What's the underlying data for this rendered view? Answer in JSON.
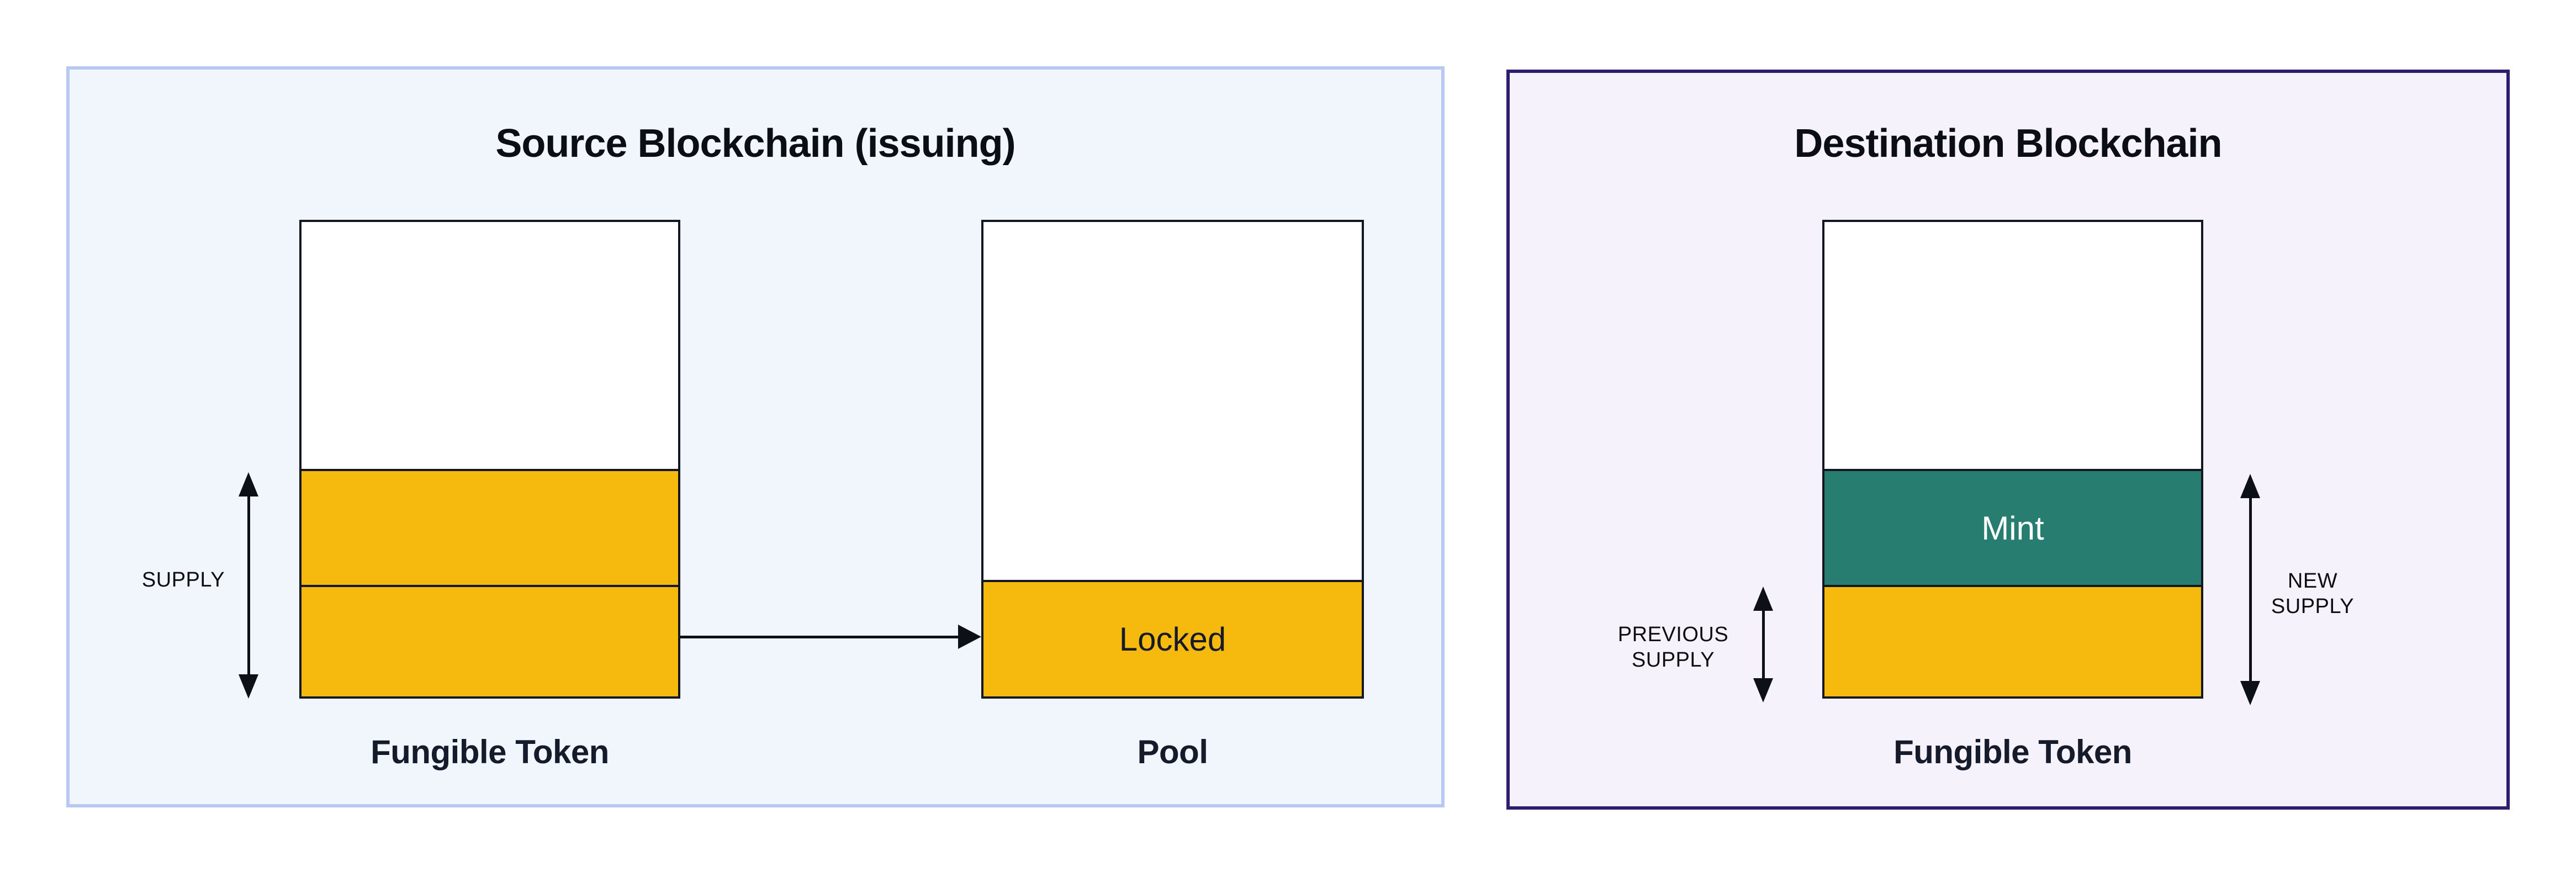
{
  "colors": {
    "page_bg": "#ffffff",
    "source_panel_bg": "#f1f5fc",
    "source_panel_border": "#b7c9f2",
    "dest_panel_bg": "#f5f2fb",
    "dest_panel_border": "#2d1d6c",
    "box_border": "#121722",
    "amber": "#f6b90e",
    "teal": "#287d71",
    "arrow": "#0d1117",
    "label_text": "#151b2b",
    "title_text": "#0b0e14",
    "small_label_text": "#0c0e12",
    "mint_text": "#ffffff"
  },
  "source_panel": {
    "title": "Source Blockchain (issuing)",
    "fungible_token": {
      "label": "Fungible Token",
      "supply_label": "SUPPLY"
    },
    "pool": {
      "label": "Pool",
      "locked_label": "Locked"
    }
  },
  "dest_panel": {
    "title": "Destination Blockchain",
    "fungible_token": {
      "label": "Fungible Token",
      "mint_label": "Mint",
      "previous_supply_lines": [
        "PREVIOUS",
        "SUPPLY"
      ],
      "new_supply_lines": [
        "NEW",
        "SUPPLY"
      ]
    }
  }
}
